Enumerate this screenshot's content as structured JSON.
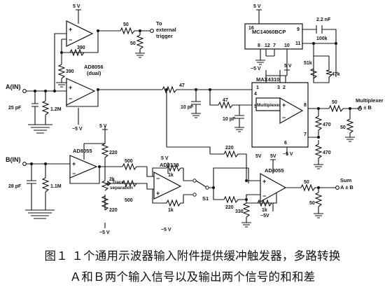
{
  "figure": {
    "caption_line1": "图１ １个通用示波器输入附件提供缓冲触发器，多路转换",
    "caption_line2": "Ａ和Ｂ两个输入信号以及输出两个信号的和和差"
  },
  "schematic": {
    "supplies": {
      "v5": "5 V",
      "vneg5": "−5 V",
      "v5_alt": "5V",
      "vneg5_alt": "−5V"
    },
    "signals": {
      "a_in": "A(IN)",
      "b_in": "B(IN)",
      "to_trigger_1": "To",
      "to_trigger_2": "external",
      "to_trigger_3": "trigger",
      "mux_out_1": "Multiplexer",
      "mux_out_2": "A ± B",
      "sum_out_1": "Sum",
      "sum_out_2": "A ± B"
    },
    "parts": {
      "ad8056": "AD8056",
      "ad8056_dual": "(dual)",
      "ad8055_b": "AD8055",
      "ad8138": "AD8138",
      "ad8055_sum": "AD8055",
      "mc14060": "MC14060BCP",
      "max4310": "MAX4310",
      "multiplexer": "Multiplexer",
      "trace_sep_1": "Trace",
      "trace_sep_2": "separation",
      "s1": "S1"
    },
    "values": {
      "r50_trig": "50",
      "r50_trig_gnd": "50",
      "r390_fb": "390",
      "r390_gnd": "390",
      "c25p": "25 pF",
      "r1_2m": "1.2M",
      "r47_a": "47",
      "c10p_a": "10 pF",
      "r47_b": "47",
      "c10p_b": "10 pF",
      "c2_2n": "2.2 nF",
      "r100k": "100k",
      "r51k": "51k",
      "r47k": "47k",
      "r50_mux": "50",
      "r50_mux_gnd": "50",
      "r470_a": "470",
      "r470_b": "470",
      "c28p": "28 pF",
      "r1_1m": "1.1M",
      "r220_top": "220",
      "r2k": "2k",
      "r220_bot": "220",
      "r500_a": "500",
      "r500_b": "500",
      "r1k_a": "1k",
      "r1k_b": "1k",
      "r220_sum_a": "220",
      "r220_sum_b": "220",
      "r330": "330",
      "r1k_sum": "1k",
      "r50_sum": "50",
      "r50_sum_gnd": "50"
    },
    "pins": {
      "mc_16": "16",
      "mc_8": "8",
      "mc_12": "12",
      "mc_7": "7",
      "mc_10": "10",
      "mc_9": "9",
      "mc_11": "11",
      "mx_1": "1",
      "mx_3": "3",
      "mx_2": "2",
      "mx_4": "4",
      "mx_5": "5",
      "mx_8": "8",
      "mx_7": "7",
      "mx_6": "6"
    },
    "symbols": {
      "plus": "+",
      "minus": "−"
    }
  }
}
